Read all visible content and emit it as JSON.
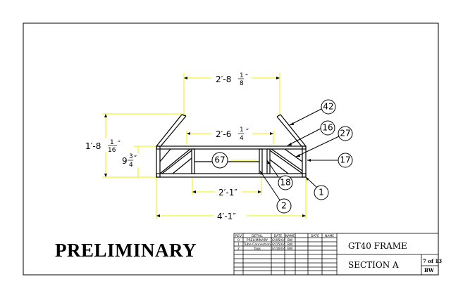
{
  "stamp": "PRELIMINARY",
  "dimensions": {
    "top_width": {
      "whole": "2′-8",
      "num": "1",
      "den": "8",
      "unit": "″"
    },
    "inner_width": {
      "whole": "2′-6",
      "num": "1",
      "den": "4",
      "unit": "″"
    },
    "height_total": {
      "whole": "1′-8",
      "num": "1",
      "den": "16",
      "unit": "″"
    },
    "height_inner": {
      "whole": "9",
      "num": "3",
      "den": "4",
      "unit": "″"
    },
    "lower_width": "2′-1″",
    "base_width": "4′-1″"
  },
  "callouts": [
    "42",
    "16",
    "27",
    "17",
    "67",
    "18",
    "2",
    "1"
  ],
  "title_block": {
    "headers": {
      "rev": "REV",
      "detail": "DETAIL",
      "date": "DATE",
      "name": "NAME",
      "date2": "DATE",
      "name2": "NAME"
    },
    "rows": [
      {
        "rev": "0",
        "detail": "PRELIMINARY",
        "date": "02/05/04",
        "name": "BW"
      },
      {
        "rev": "1",
        "detail": "Tube Connection",
        "date": "02/15/04",
        "name": "BW"
      },
      {
        "rev": "2",
        "detail": "Tags",
        "date": "02/16/04",
        "name": "BW"
      }
    ],
    "drawing_title": "GT40 FRAME",
    "section": "SECTION A",
    "sheet": "7 of 13",
    "initials": "BW"
  },
  "colors": {
    "dimension_line": "#f2f200",
    "outline": "#000000"
  }
}
